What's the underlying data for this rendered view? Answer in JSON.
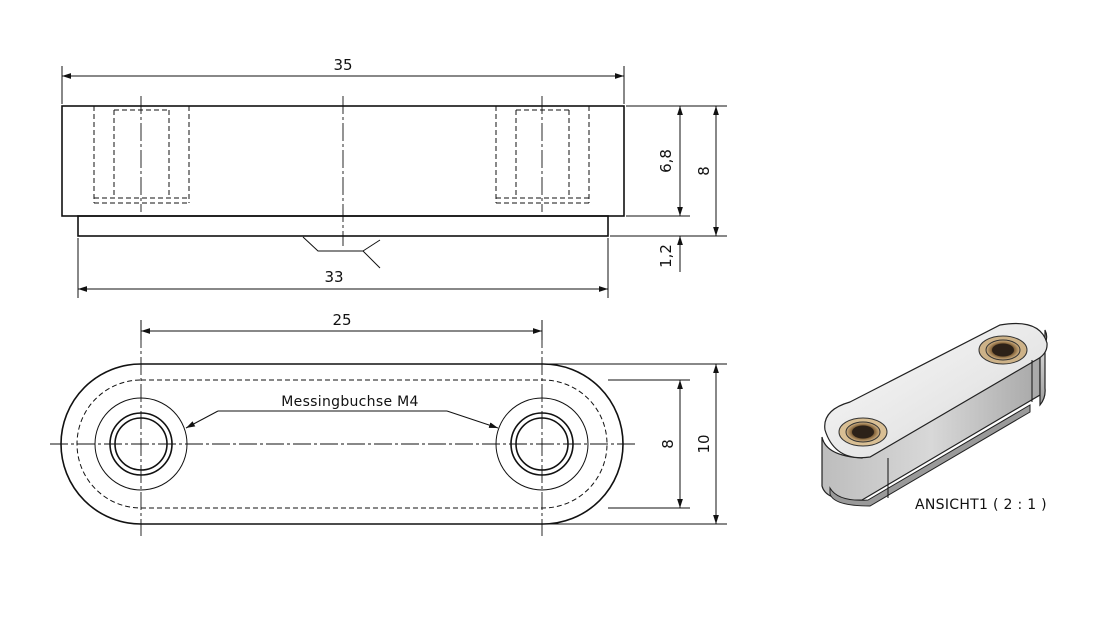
{
  "front_view": {
    "dim_overall_length": "35",
    "dim_base_length": "33",
    "dim_body_height": "6,8",
    "dim_total_height": "8",
    "dim_base_height": "1,2"
  },
  "top_view": {
    "dim_hole_spacing": "25",
    "dim_inner_width": "8",
    "dim_outer_width": "10",
    "callout_bushing": "Messingbuchse M4"
  },
  "iso_view": {
    "label": "ANSICHT1 ( 2 : 1 )"
  },
  "colors": {
    "line": "#111111",
    "body_light": "#f2f2f2",
    "body_mid": "#c9c9c9",
    "body_dark": "#8a8a8a",
    "brass": "#c8a878",
    "brass_dark": "#5a4528"
  }
}
